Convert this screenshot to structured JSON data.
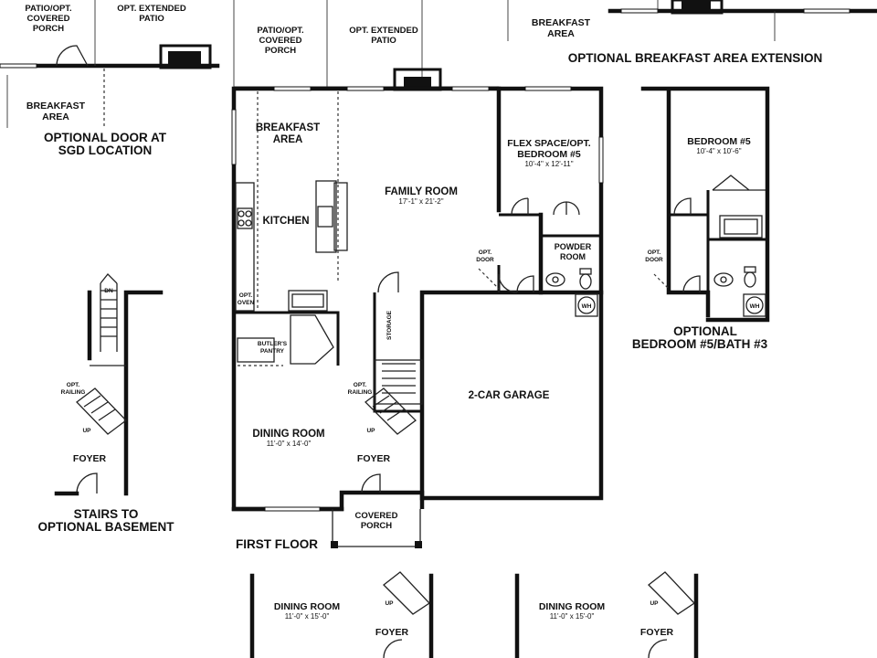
{
  "labels": {
    "main_title": "FIRST FLOOR",
    "patio_porch": [
      "PATIO/OPT.",
      "COVERED",
      "PORCH"
    ],
    "ext_patio": [
      "OPT. EXTENDED",
      "PATIO"
    ],
    "breakfast": [
      "BREAKFAST",
      "AREA"
    ],
    "kitchen": "KITCHEN",
    "family_room": "FAMILY ROOM",
    "family_dim": "17'-1\" x 21'-2\"",
    "flex": [
      "FLEX SPACE/OPT.",
      "BEDROOM #5"
    ],
    "flex_dim": "10'-4\" x 12'-11\"",
    "powder": [
      "POWDER",
      "ROOM"
    ],
    "opt_door": [
      "OPT.",
      "DOOR"
    ],
    "opt_oven": [
      "OPT.",
      "OVEN"
    ],
    "butlers": [
      "BUTLER'S",
      "PANTRY"
    ],
    "storage": "STORAGE",
    "opt_railing": [
      "OPT.",
      "RAILING"
    ],
    "up": "UP",
    "dn": "DN",
    "wh": "WH",
    "garage": "2-CAR GARAGE",
    "dining": "DINING ROOM",
    "dining_dim": "11'-0\" x 14'-0\"",
    "foyer": "FOYER",
    "covered_porch": [
      "COVERED",
      "PORCH"
    ],
    "bedroom5": "BEDROOM #5",
    "bedroom5_dim": "10'-4\" x 10'-6\"",
    "dining_alt": "DINING ROOM",
    "dining_alt_dim": "11'-0\" x 15'-0\""
  },
  "captions": {
    "opt_door_sgd": [
      "OPTIONAL DOOR AT",
      "SGD LOCATION"
    ],
    "breakfast_ext": "OPTIONAL BREAKFAST AREA EXTENSION",
    "stairs_basement": [
      "STAIRS TO",
      "OPTIONAL BASEMENT"
    ],
    "bedroom_bath": [
      "OPTIONAL",
      "BEDROOM #5/BATH #3"
    ]
  }
}
